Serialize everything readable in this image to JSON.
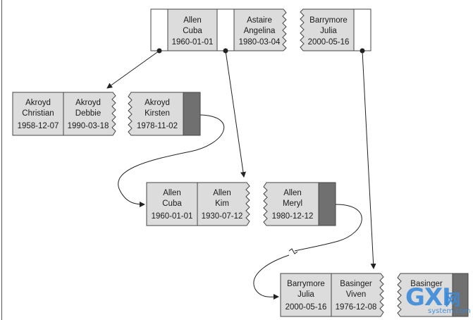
{
  "nodes": [
    {
      "id": "root",
      "entries": [
        [
          "Allen",
          "Cuba",
          "1960-01-01"
        ],
        [
          "Astaire",
          "Angelina",
          "1980-03-04"
        ],
        [
          "Barrymore",
          "Julia",
          "2000-05-16"
        ]
      ]
    },
    {
      "id": "leaf-akroyd",
      "entries": [
        [
          "Akroyd",
          "Christian",
          "1958-12-07"
        ],
        [
          "Akroyd",
          "Debbie",
          "1990-03-18"
        ],
        [
          "Akroyd",
          "Kirsten",
          "1978-11-02"
        ]
      ]
    },
    {
      "id": "leaf-allen",
      "entries": [
        [
          "Allen",
          "Cuba",
          "1960-01-01"
        ],
        [
          "Allen",
          "Kim",
          "1930-07-12"
        ],
        [
          "Allen",
          "Meryl",
          "1980-12-12"
        ]
      ]
    },
    {
      "id": "leaf-barrymore",
      "entries": [
        [
          "Barrymore",
          "Julia",
          "2000-05-16"
        ],
        [
          "Basinger",
          "Viven",
          "1976-12-08"
        ],
        [
          "Basinger",
          "",
          ""
        ]
      ]
    }
  ],
  "watermark": {
    "main": "GXI",
    "cn": "网",
    "sub": "system.com"
  },
  "colors": {
    "cell_fill": "#dcdcdc",
    "cell_stroke": "#444444",
    "pointer_slot_dark": "#707070",
    "line": "#222222",
    "watermark": "#3b8ad9"
  }
}
